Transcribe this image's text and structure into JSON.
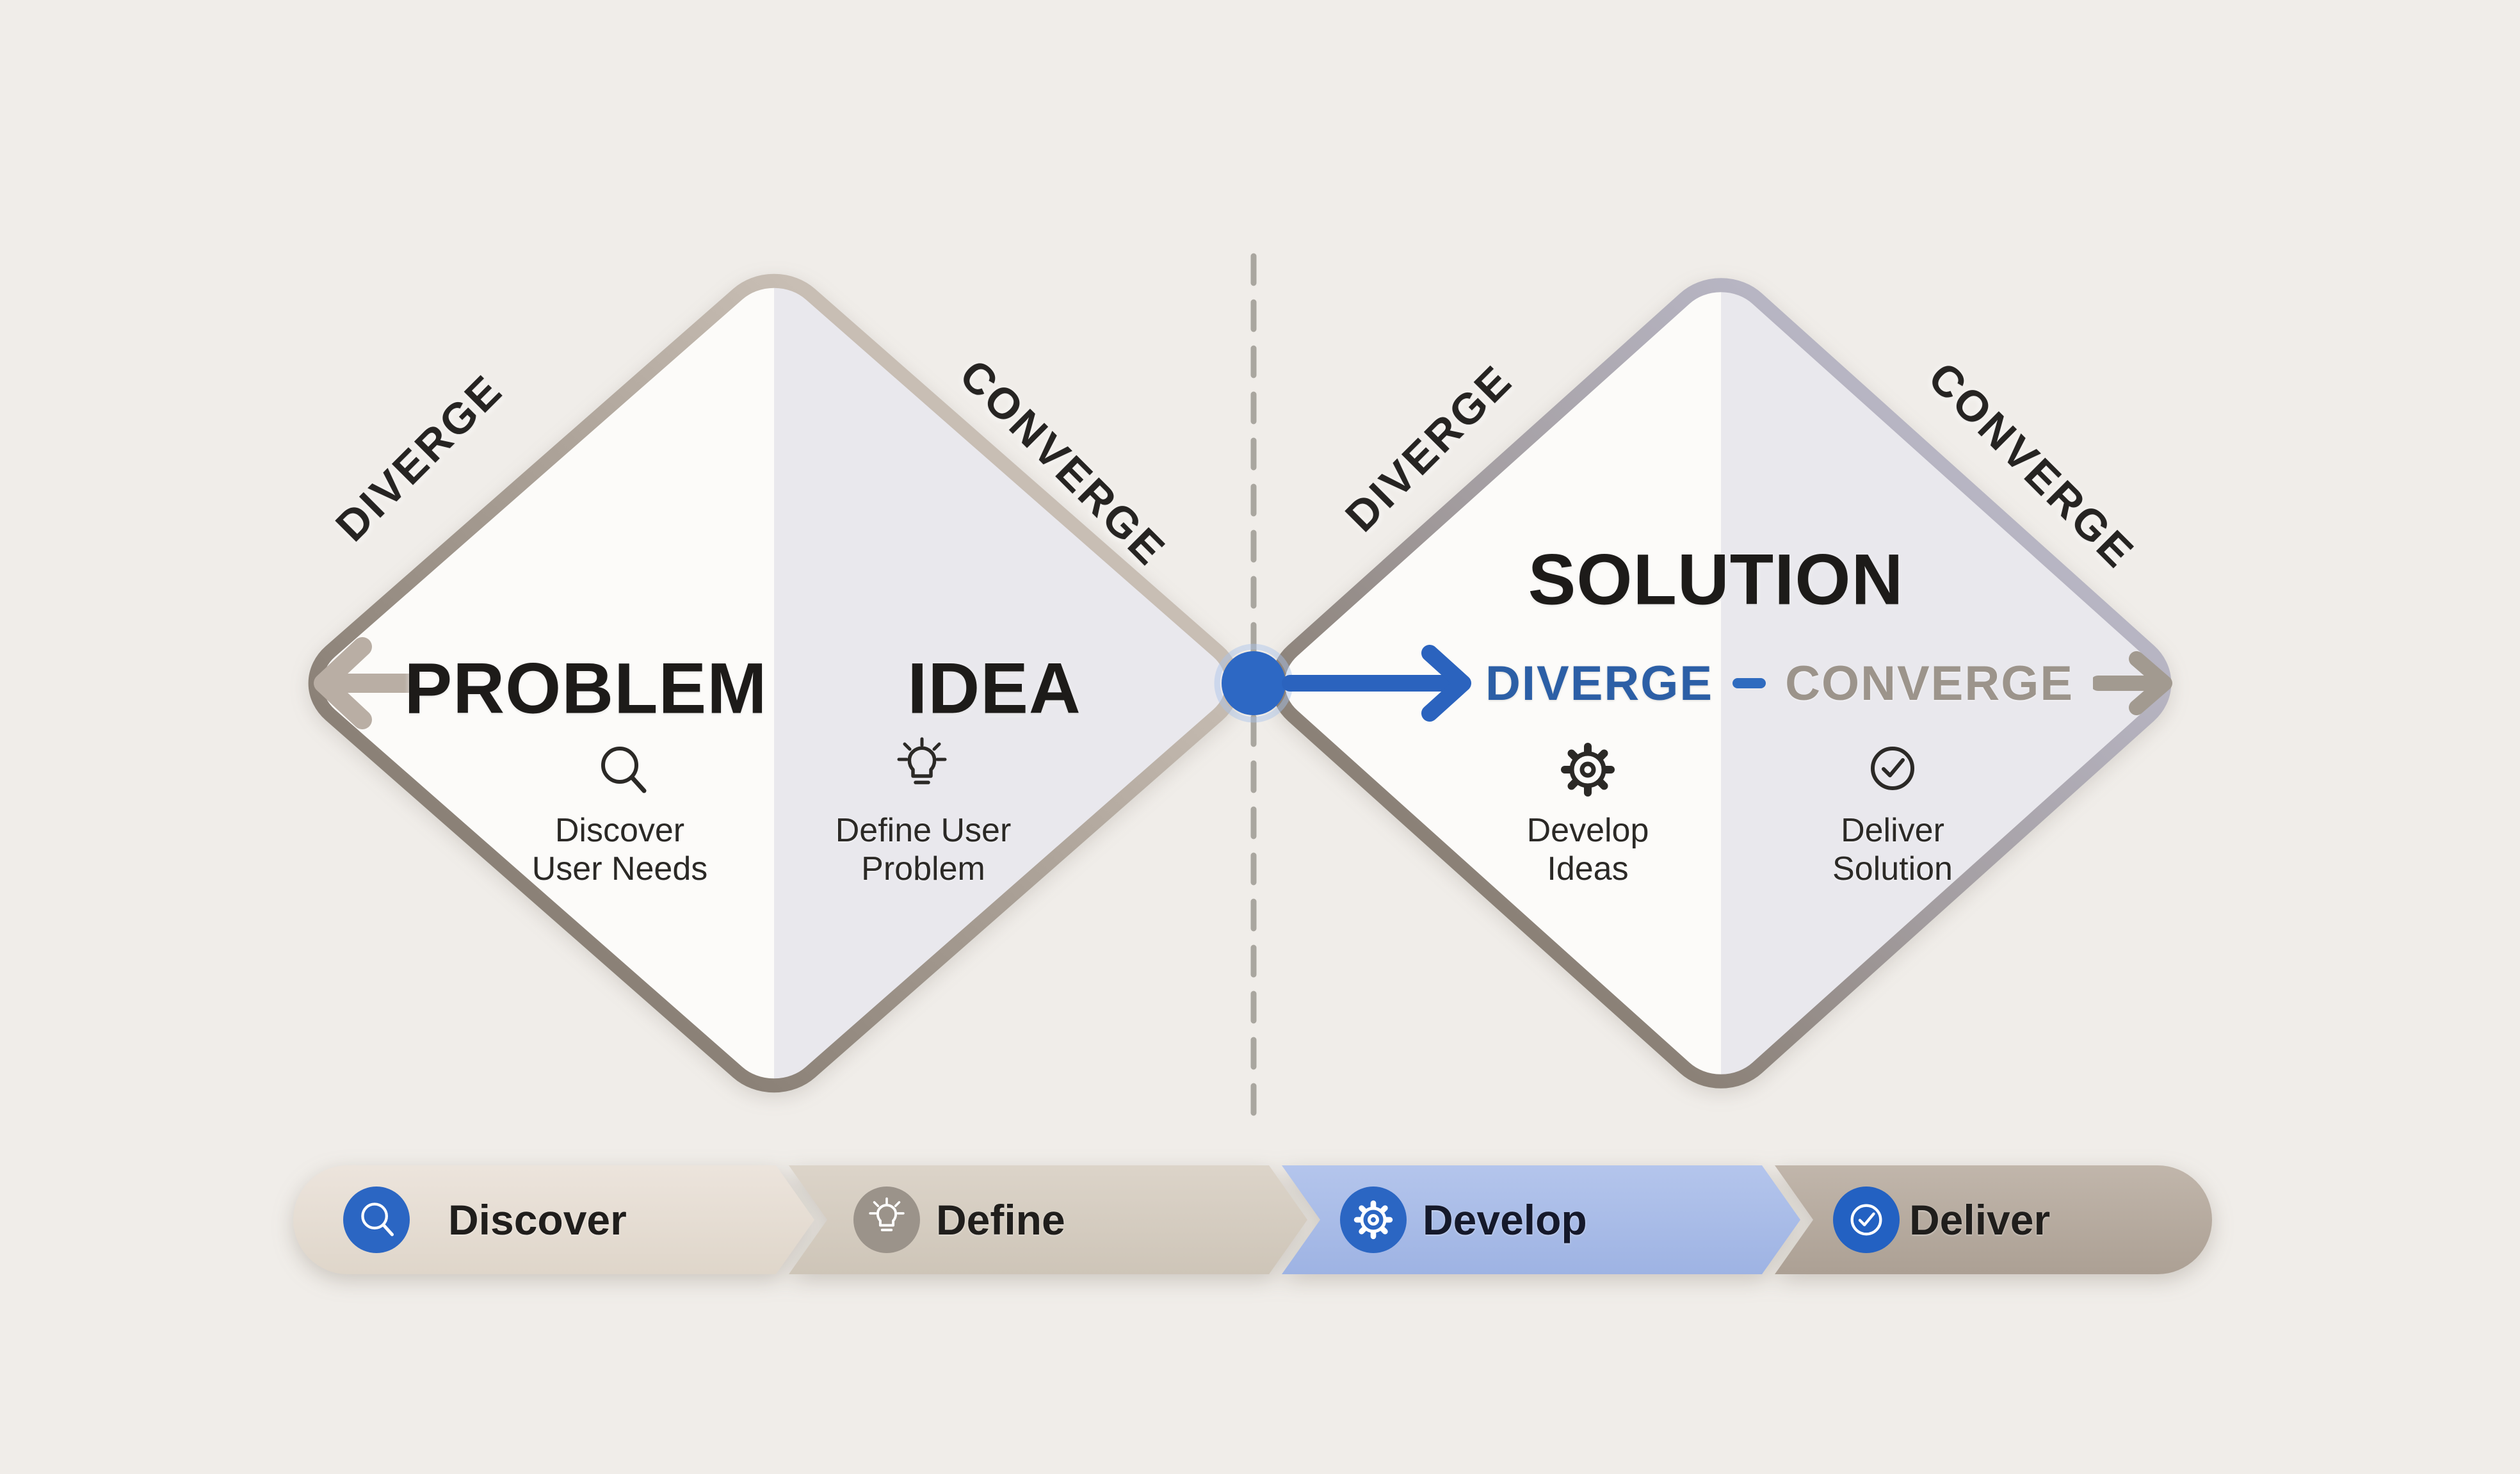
{
  "palette": {
    "background": "#F0EDE9",
    "accent_blue": "#2D68C4",
    "arrow_blue": "#2B63BE",
    "edge_taupe_light": "#C8BEB4",
    "edge_taupe_dark": "#8B8177",
    "diamond_fill_light": "#FCFBF9",
    "diamond_fill_shaded": "#E9E8ED",
    "muted_gray_text": "#9C948B",
    "dark_text": "#1D1B19",
    "dashed_line_gray": "#A9A69F"
  },
  "diagram": {
    "left_diamond": {
      "edge_label_left": "DIVERGE",
      "edge_label_right": "CONVERGE",
      "left_half": {
        "title": "PROBLEM",
        "icon": "magnifier-icon",
        "caption_line1": "Discover",
        "caption_line2": "User Needs"
      },
      "right_half": {
        "title": "IDEA",
        "icon": "lightbulb-icon",
        "caption_line1": "Define User",
        "caption_line2": "Problem"
      }
    },
    "right_diamond": {
      "title": "SOLUTION",
      "edge_label_left": "DIVERGE",
      "edge_label_right": "CONVERGE",
      "inner_diverge_label": "DIVERGE",
      "inner_converge_label": "CONVERGE",
      "left_half": {
        "icon": "gear-icon",
        "caption_line1": "Develop",
        "caption_line2": "Ideas"
      },
      "right_half": {
        "icon": "check-icon",
        "caption_line1": "Deliver",
        "caption_line2": "Solution"
      }
    }
  },
  "process_bar": {
    "stages": [
      {
        "label": "Discover",
        "icon": "magnifier-icon",
        "chip_color": "#E6DED5",
        "icon_circle_color": "#2B66C3",
        "active": false
      },
      {
        "label": "Define",
        "icon": "lightbulb-icon",
        "chip_color": "#D5CDC2",
        "icon_circle_color": "#9B938A",
        "active": false
      },
      {
        "label": "Develop",
        "icon": "gear-icon",
        "chip_color": "#A9BCE8",
        "icon_circle_color": "#2B66C3",
        "active": true
      },
      {
        "label": "Deliver",
        "icon": "check-icon",
        "chip_color": "#B7ACA0",
        "icon_circle_color": "#2361C2",
        "active": false
      }
    ]
  }
}
